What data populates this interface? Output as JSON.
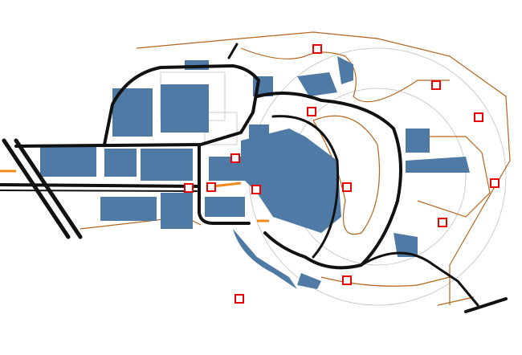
{
  "map": {
    "type": "campus-plan",
    "colors": {
      "buildings": "#4f7aa6",
      "roads": "#111111",
      "footpaths": "#b5651d",
      "highlight": "#f08a1c",
      "markers": "#e00000",
      "background": "#ffffff"
    },
    "marker_count": 13,
    "marker_icon": "red-square-marker"
  }
}
